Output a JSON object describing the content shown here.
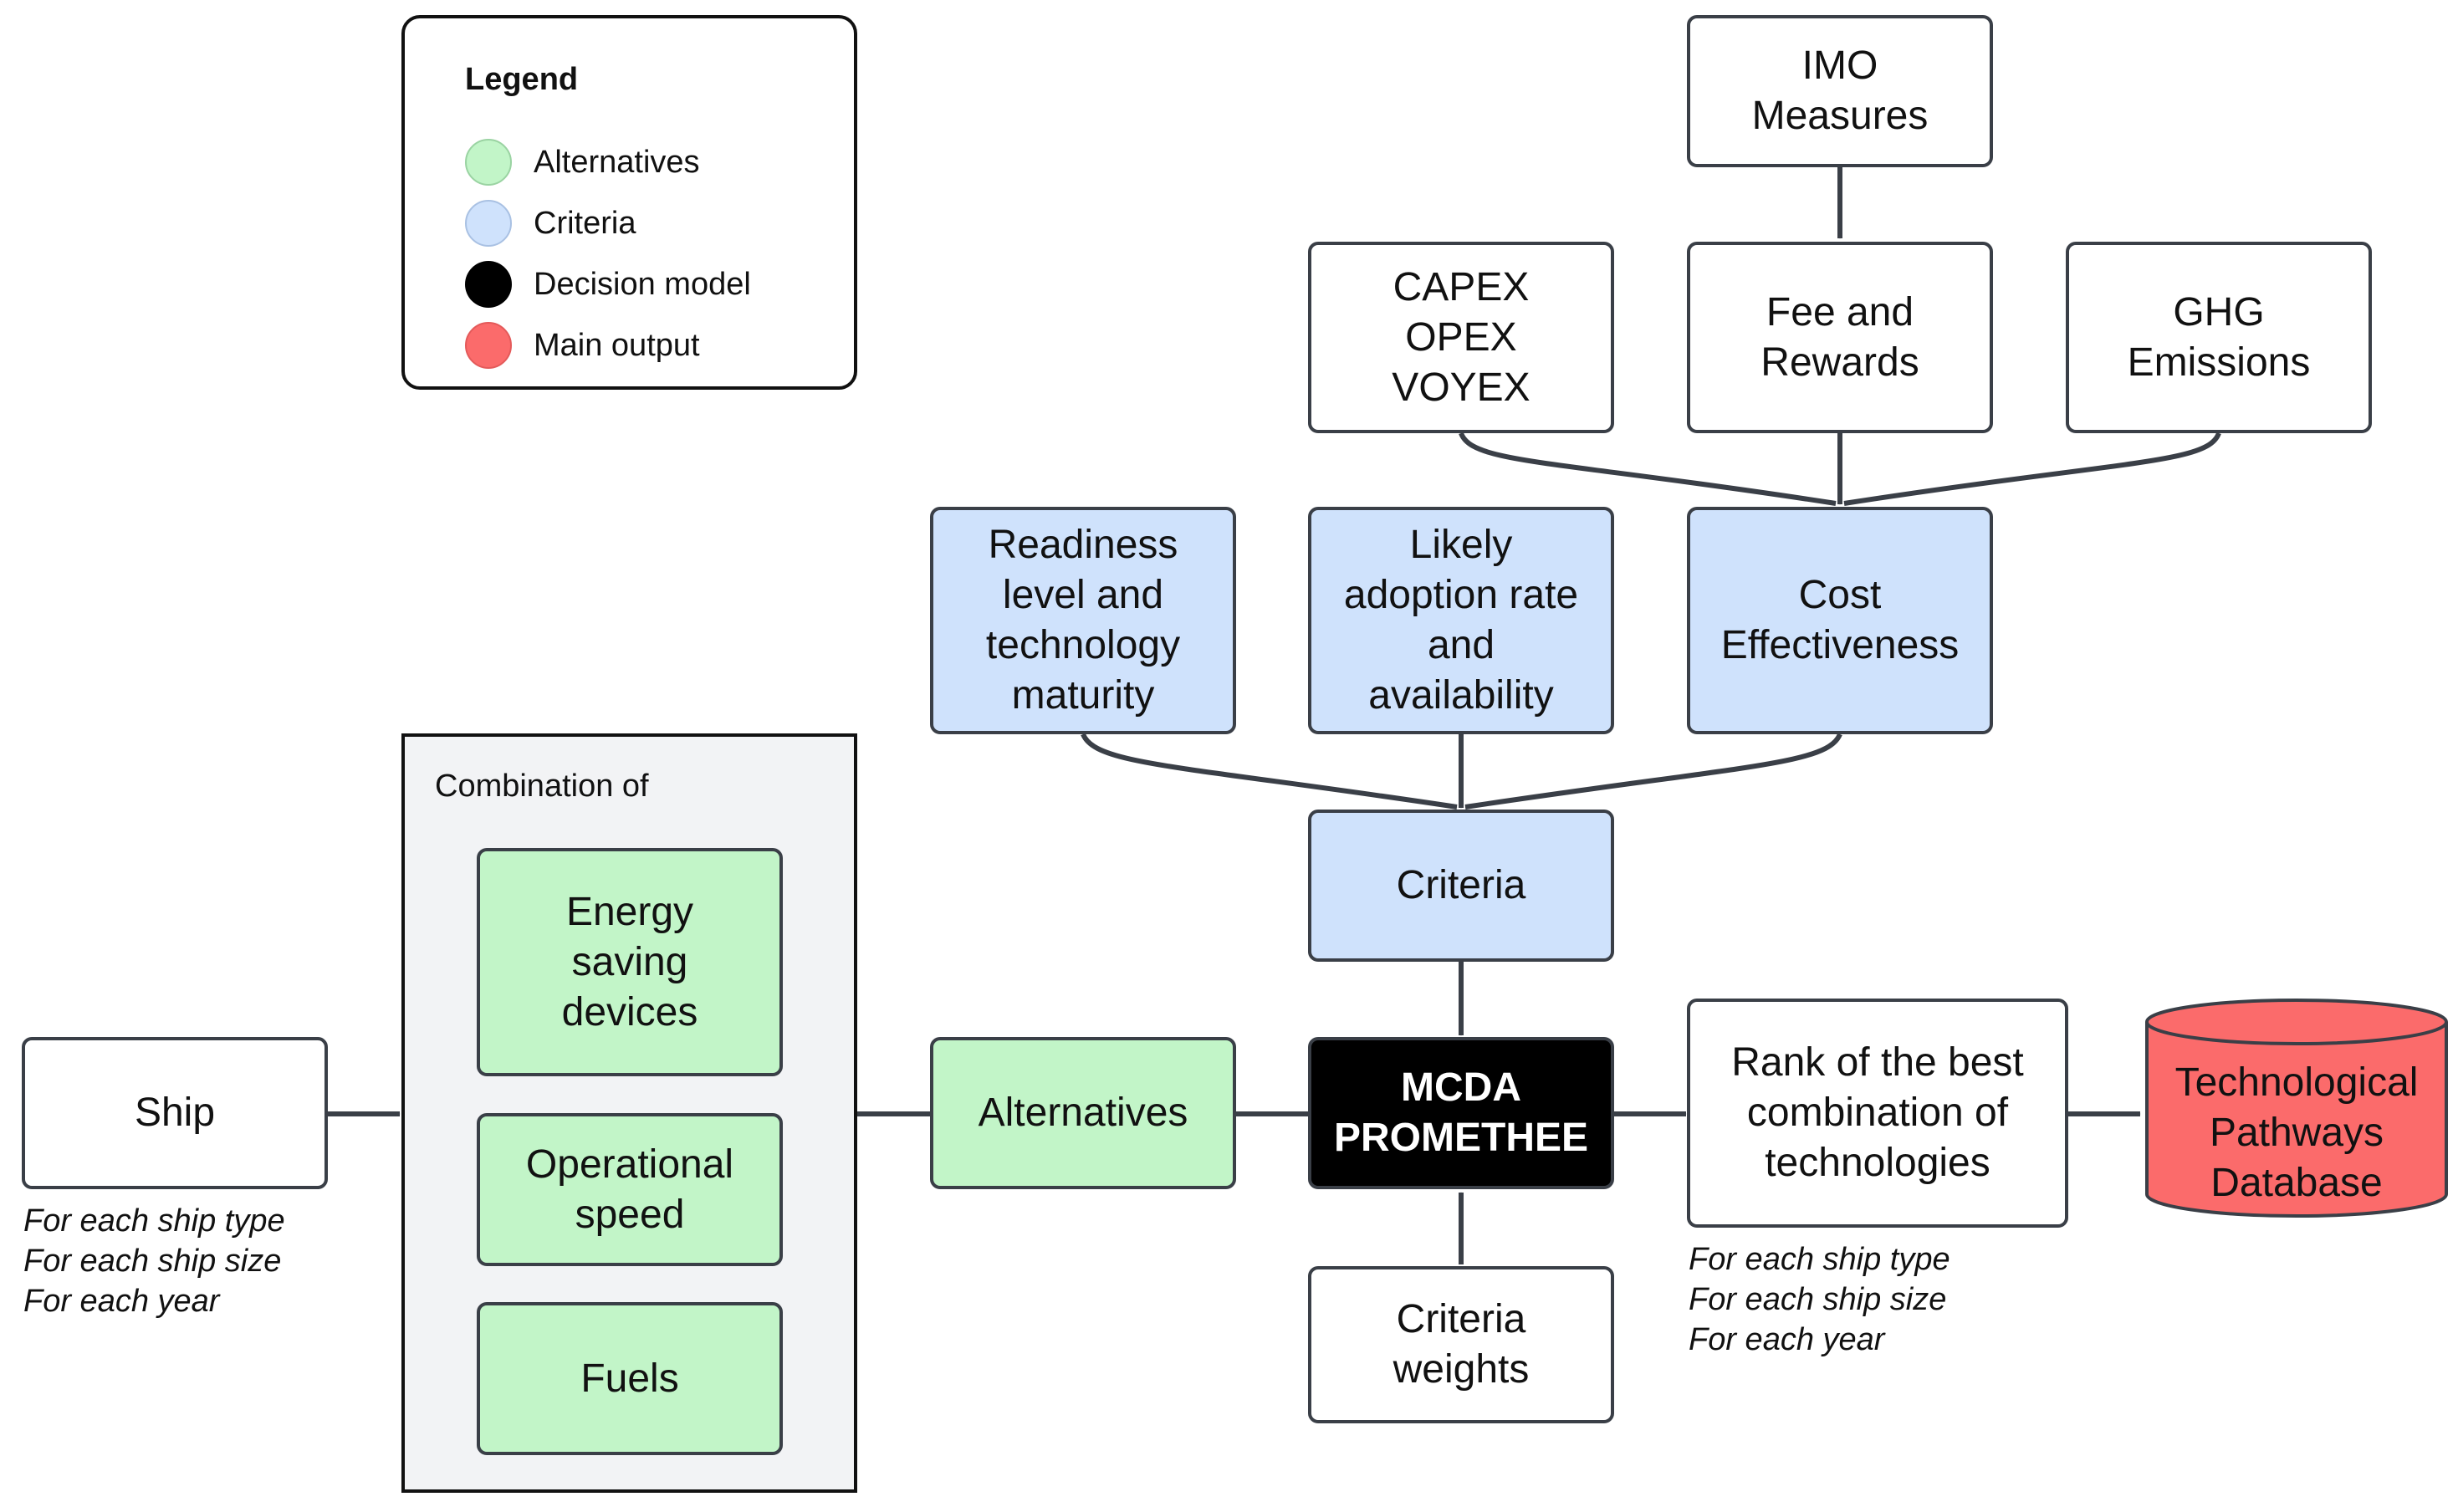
{
  "legend": {
    "title": "Legend",
    "items": [
      {
        "label": "Alternatives",
        "color": "#c2f5c8"
      },
      {
        "label": "Criteria",
        "color": "#cfe2fc"
      },
      {
        "label": "Decision model",
        "color": "#000000"
      },
      {
        "label": "Main output",
        "color": "#fb6b6b"
      }
    ]
  },
  "nodes": {
    "imo": "IMO\nMeasures",
    "costs": "CAPEX\nOPEX\nVOYEX",
    "fee": "Fee and\nRewards",
    "ghg": "GHG\nEmissions",
    "readiness": "Readiness\nlevel and\ntechnology\nmaturity",
    "adoption": "Likely\nadoption rate\nand\navailability",
    "cost_effectiveness": "Cost\nEffectiveness",
    "criteria": "Criteria",
    "ship": "Ship",
    "energy": "Energy\nsaving\ndevices",
    "speed": "Operational\nspeed",
    "fuels": "Fuels",
    "alternatives": "Alternatives",
    "mcda": "MCDA\nPROMETHEE",
    "weights": "Criteria\nweights",
    "rank": "Rank of the best\ncombination of\ntechnologies",
    "database": "Technological\nPathways\nDatabase"
  },
  "group": {
    "title": "Combination of"
  },
  "notes": {
    "ship": "For each ship type\nFor each ship size\nFor each year",
    "rank": "For each ship type\nFor each ship size\nFor each year"
  },
  "colors": {
    "criteria_fill": "#cfe2fc",
    "alternatives_fill": "#c2f5c8",
    "decision_model_fill": "#000000",
    "main_output_fill": "#fb6b6b",
    "arrow": "#3a3f47"
  }
}
